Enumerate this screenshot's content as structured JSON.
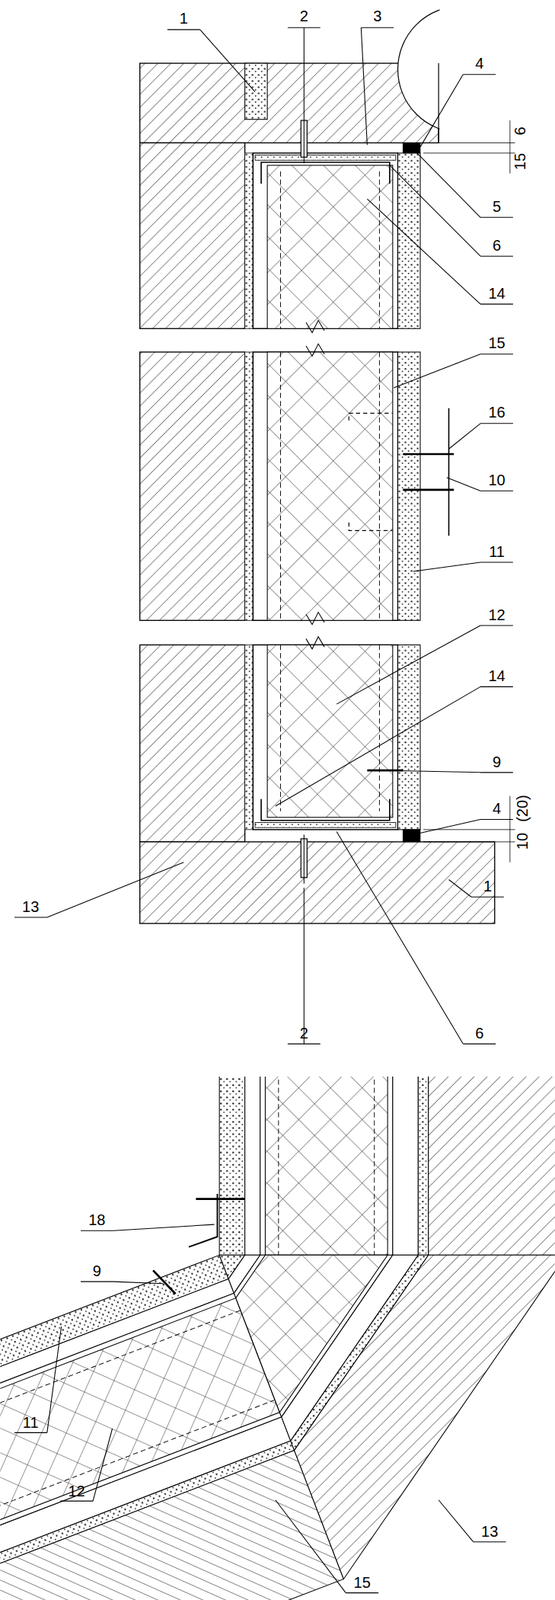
{
  "diagram": {
    "labels": [
      "1",
      "2",
      "3",
      "4",
      "15",
      "6",
      "5",
      "6",
      "14",
      "15",
      "16",
      "10",
      "11",
      "12",
      "14",
      "9",
      "4",
      "10",
      "(20)",
      "1",
      "13",
      "2",
      "6",
      "18",
      "9",
      "11",
      "12",
      "13",
      "15"
    ]
  }
}
